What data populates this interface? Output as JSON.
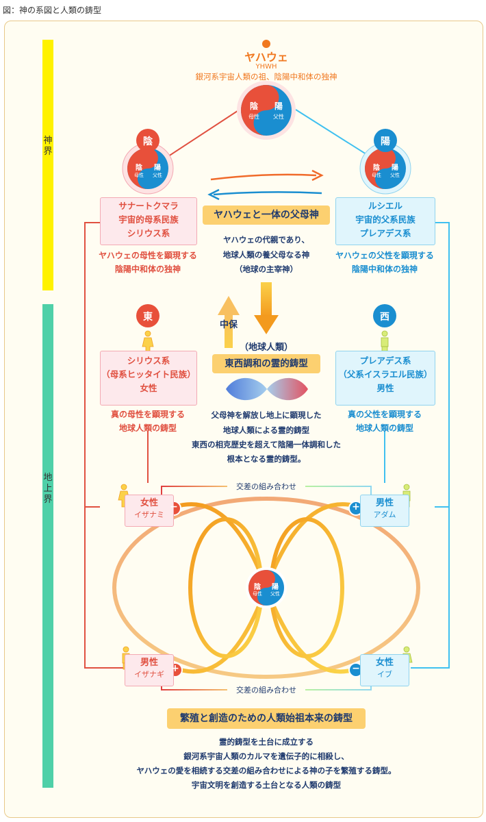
{
  "caption": "図：神の系図と人類の鋳型",
  "bars": {
    "divine": "神界",
    "earth": "地上界"
  },
  "top": {
    "name": "ヤハウェ",
    "romaji": "YHWH",
    "desc": "銀河系宇宙人類の祖、陰陽中和体の独神"
  },
  "yinyang": {
    "yin": "陰",
    "yang": "陽",
    "mother": "母性",
    "father": "父性"
  },
  "badges": {
    "yin": "陰",
    "yang": "陽",
    "east": "東",
    "west": "西"
  },
  "left_god": {
    "lines": [
      "サナートクマラ",
      "宇宙的母系民族",
      "シリウス系"
    ],
    "desc": [
      "ヤハウェの母性を顕現する",
      "陰陽中和体の独神"
    ]
  },
  "right_god": {
    "lines": [
      "ルシエル",
      "宇宙的父系民族",
      "プレアデス系"
    ],
    "desc": [
      "ヤハウェの父性を顕現する",
      "陰陽中和体の独神"
    ]
  },
  "center": {
    "title": "ヤハウェと一体の父母神",
    "desc": [
      "ヤハウェの代親であり、",
      "地球人類の養父母なる神",
      "（地球の主宰神）"
    ],
    "chuho": "中保",
    "earth_people": "（地球人類）",
    "mold_title": "東西調和の霊的鋳型",
    "mold_desc": [
      "父母神を解放し地上に顕現した",
      "地球人類による霊的鋳型",
      "東西の相克歴史を超えて陰陽一体調和した",
      "根本となる霊的鋳型。"
    ]
  },
  "left_human": {
    "lines": [
      "シリウス系",
      "（母系ヒッタイト民族）",
      "女性"
    ],
    "desc": [
      "真の母性を顕現する",
      "地球人類の鋳型"
    ]
  },
  "right_human": {
    "lines": [
      "プレアデス系",
      "（父系イスラエル民族）",
      "男性"
    ],
    "desc": [
      "真の父性を顕現する",
      "地球人類の鋳型"
    ]
  },
  "cross": {
    "top": "交差の組み合わせ",
    "bottom": "交差の組み合わせ"
  },
  "persons": {
    "tl": {
      "main": "女性",
      "sub": "イザナミ",
      "sign": "−"
    },
    "tr": {
      "main": "男性",
      "sub": "アダム",
      "sign": "+"
    },
    "bl": {
      "main": "男性",
      "sub": "イザナギ",
      "sign": "+"
    },
    "br": {
      "main": "女性",
      "sub": "イブ",
      "sign": "−"
    }
  },
  "bottom": {
    "title": "繁殖と創造のための人類始祖本来の鋳型",
    "desc": [
      "霊的鋳型を土台に成立する",
      "銀河系宇宙人類のカルマを遺伝子的に相殺し、",
      "ヤハウェの愛を相続する交差の組み合わせによる神の子を繁殖する鋳型。",
      "宇宙文明を創造する土台となる人類の鋳型"
    ]
  },
  "colors": {
    "red": "#e05040",
    "blue": "#1a8ed0",
    "navy": "#1f3a6e",
    "gold": "#f5b82e",
    "yellow_bar": "#fff200",
    "green_bar": "#4fd0a8"
  }
}
